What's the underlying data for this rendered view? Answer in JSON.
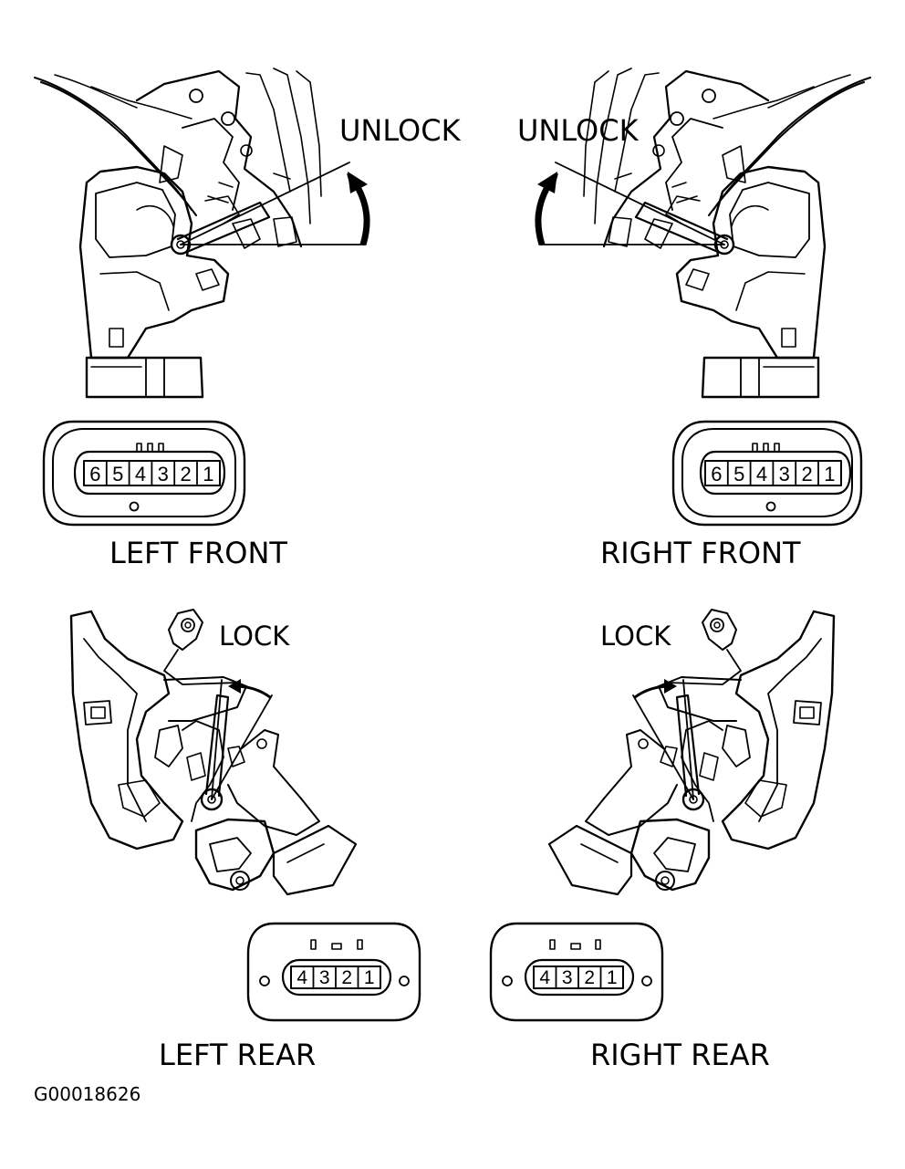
{
  "colors": {
    "ink": "#000000",
    "paper": "#ffffff"
  },
  "labels": {
    "unlock_left": "UNLOCK",
    "unlock_right": "UNLOCK",
    "lock_left": "LOCK",
    "lock_right": "LOCK",
    "left_front": "LEFT FRONT",
    "right_front": "RIGHT FRONT",
    "left_rear": "LEFT REAR",
    "right_rear": "RIGHT REAR",
    "figure_id": "G00018626"
  },
  "connectors": {
    "front_pins": [
      "6",
      "5",
      "4",
      "3",
      "2",
      "1"
    ],
    "rear_pins": [
      "4",
      "3",
      "2",
      "1"
    ]
  }
}
